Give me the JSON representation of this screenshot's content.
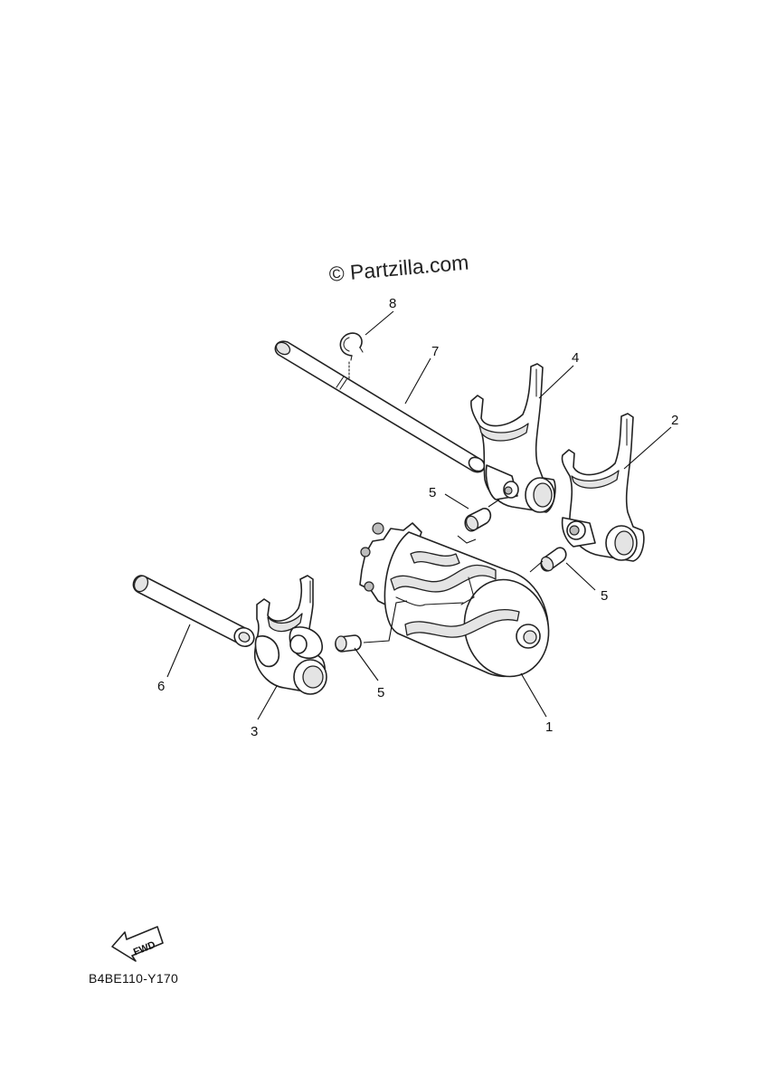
{
  "watermark": "© Partzilla.com",
  "diagram_code": "B4BE110-Y170",
  "fwd_label": "FWD",
  "callouts": {
    "c1": "1",
    "c2": "2",
    "c3": "3",
    "c4": "4",
    "c5a": "5",
    "c5b": "5",
    "c5c": "5",
    "c6": "6",
    "c7": "7",
    "c8": "8"
  }
}
